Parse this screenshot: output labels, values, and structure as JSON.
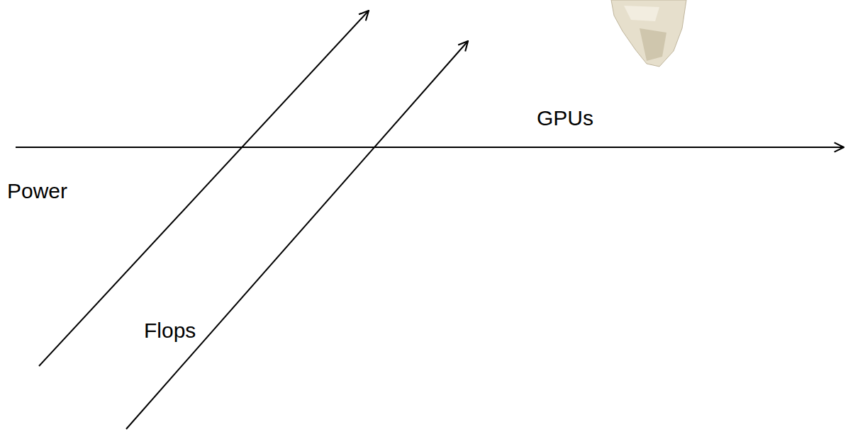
{
  "diagram": {
    "labels": [
      "GPUs",
      "Power",
      "Flops"
    ]
  }
}
